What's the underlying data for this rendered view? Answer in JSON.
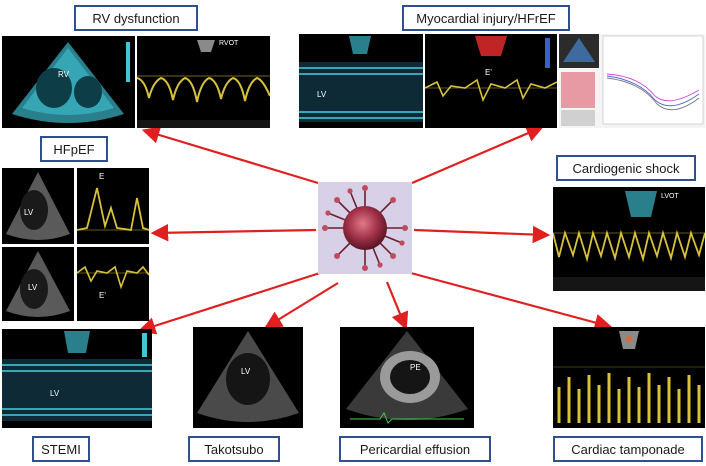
{
  "center": {
    "icon": "coronavirus-icon"
  },
  "labels": {
    "rv_dysfunction": "RV dysfunction",
    "myocardial_injury": "Myocardial injury/HFrEF",
    "hfpef": "HFpEF",
    "cardiogenic_shock": "Cardiogenic shock",
    "stemi": "STEMI",
    "takotsubo": "Takotsubo",
    "pericardial_effusion": "Pericardial effusion",
    "cardiac_tamponade": "Cardiac tamponade"
  },
  "image_text": {
    "rv": "RV",
    "rvot": "RVOT",
    "lv": "LV",
    "e_prime": "E'",
    "e": "E",
    "lvot": "LVOT",
    "pe": "PE"
  },
  "colors": {
    "arrow": "#e02020",
    "box_border": "#2f4f8f",
    "doppler": "#d8c23a",
    "echo": "#3fc7d6"
  }
}
